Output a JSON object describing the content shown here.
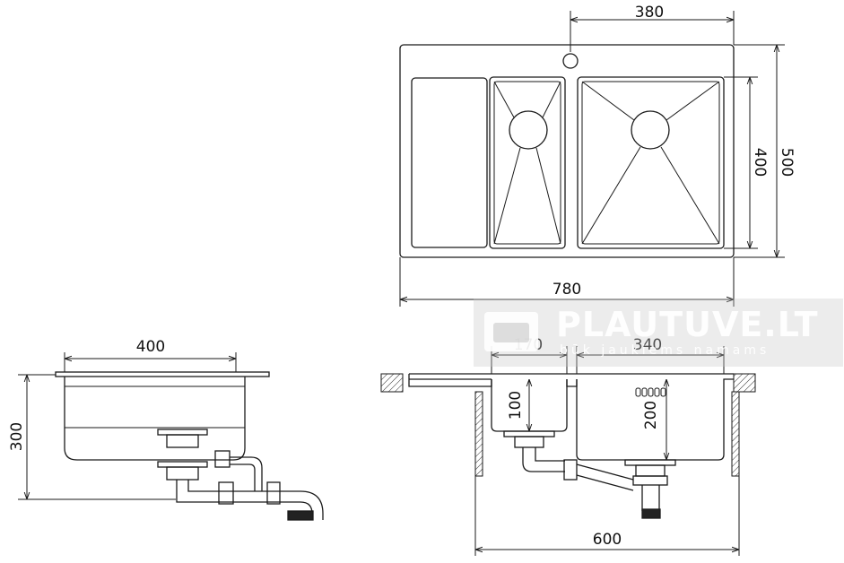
{
  "dimensions": {
    "top_width_hole": "380",
    "top_total_width": "780",
    "top_bowl_depth": "400",
    "top_total_depth": "500",
    "side_width": "400",
    "side_height": "300",
    "front_small_bowl_width": "170",
    "front_large_bowl_width": "340",
    "front_small_bowl_depth": "100",
    "front_large_bowl_depth": "200",
    "front_cabinet_width": "600"
  },
  "watermark": {
    "title": "PLAUTUVE.LT",
    "subtitle": "būk jaukiems namams"
  }
}
